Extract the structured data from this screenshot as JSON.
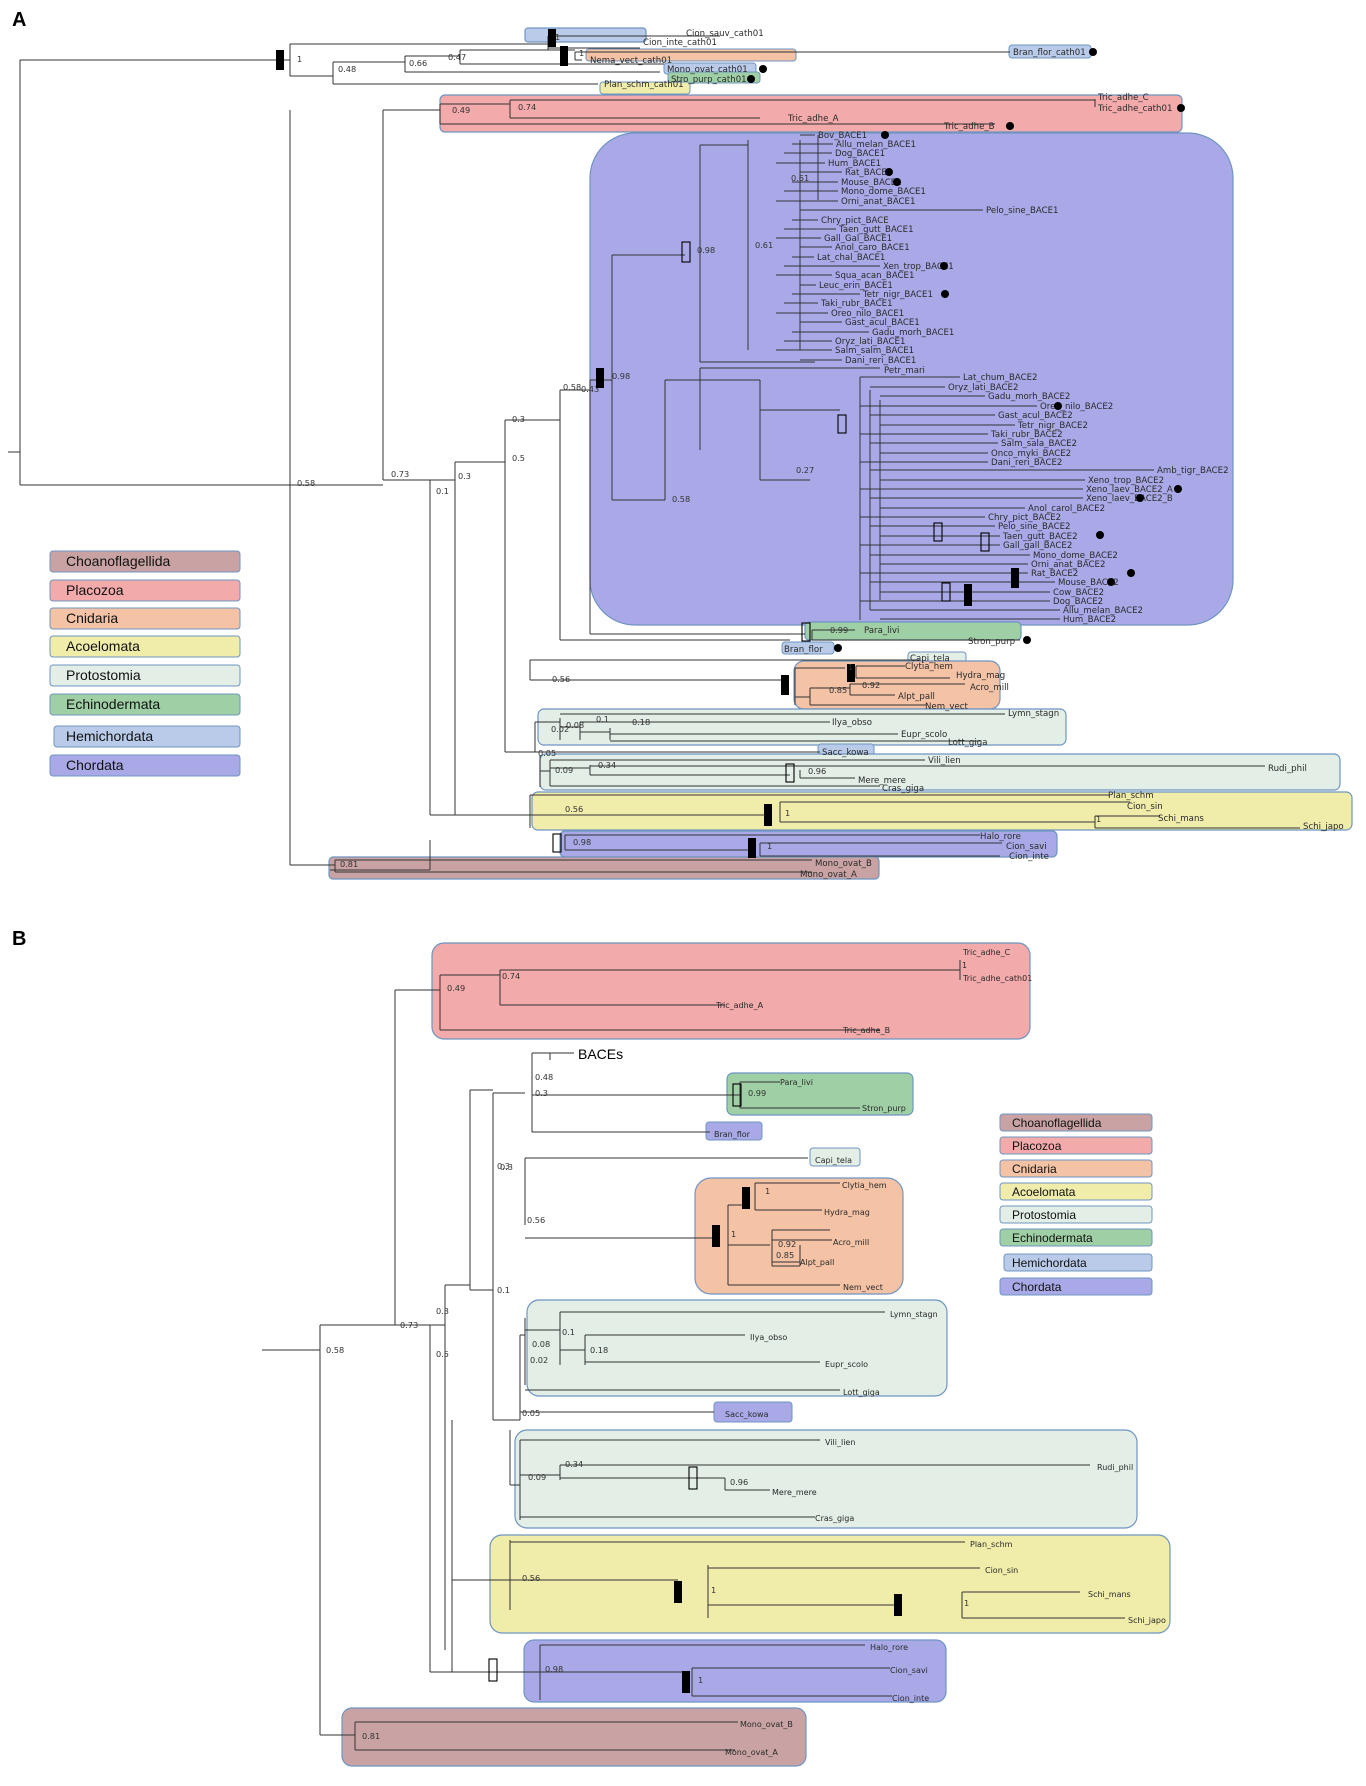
{
  "panels": {
    "a": "A",
    "b": "B"
  },
  "legend": [
    "Choanoflagellida",
    "Placozoa",
    "Cnidaria",
    "Acoelomata",
    "Protostomia",
    "Echinodermata",
    "Hemichordata",
    "Chordata"
  ],
  "colors": {
    "choano": "#c9a3a3",
    "placo": "#f2aaaa",
    "cnid": "#f4c2a5",
    "acoel": "#f0ecaa",
    "proto": "#e2eee6",
    "echino": "#9fcfa4",
    "hemi": "#b9cbe9",
    "chord": "#a9a9e8"
  },
  "a": {
    "cath": [
      "Cion_sauv_cath01",
      "Cion_inte_cath01",
      "Nema_vect_cath01",
      "Bran_flor_cath01",
      "Mono_ovat_cath01",
      "Stro_purp_cath01",
      "Plan_schm_cath01"
    ],
    "tric": [
      "Tric_adhe_C",
      "Tric_adhe_cath01",
      "Tric_adhe_A",
      "Tric_adhe_B"
    ],
    "bace1": [
      "Bov_BACE1",
      "Allu_melan_BACE1",
      "Dog_BACE1",
      "Hum_BACE1",
      "Rat_BACE1",
      "Mouse_BACE1",
      "Mono_dome_BACE1",
      "Orni_anat_BACE1",
      "Pelo_sine_BACE1",
      "Chry_pict_BACE",
      "Taen_gutt_BACE1",
      "Gall_Gal_BACE1",
      "Anol_caro_BACE1",
      "Lat_chal_BACE1",
      "Xen_trop_BACE1",
      "Squa_acan_BACE1",
      "Leuc_erin_BACE1",
      "Tetr_nigr_BACE1",
      "Taki_rubr_BACE1",
      "Oreo_nilo_BACE1",
      "Gast_acul_BACE1",
      "Gadu_morh_BACE1",
      "Oryz_lati_BACE1",
      "Salm_salm_BACE1",
      "Dani_reri_BACE1",
      "Petr_mari"
    ],
    "bace2": [
      "Lat_chum_BACE2",
      "Oryz_lati_BACE2",
      "Gadu_morh_BACE2",
      "Oreo_nilo_BACE2",
      "Gast_acul_BACE2",
      "Tetr_nigr_BACE2",
      "Taki_rubr_BACE2",
      "Salm_sala_BACE2",
      "Onco_myki_BACE2",
      "Dani_reri_BACE2",
      "Amb_tigr_BACE2",
      "Xeno_trop_BACE2",
      "Xeno_laev_BACE2_A",
      "Xeno_laev_BACE2_B",
      "Anol_carol_BACE2",
      "Chry_pict_BACE2",
      "Pelo_sine_BACE2",
      "Taen_gutt_BACE2",
      "Gall_gall_BACE2",
      "Mono_dome_BACE2",
      "Orni_anat_BACE2",
      "Rat_BACE2",
      "Mouse_BACE2",
      "Cow_BACE2",
      "Dog_BACE2",
      "Allu_melan_BACE2",
      "Hum_BACE2"
    ],
    "other": [
      "Para_livi",
      "Stron_purp",
      "Bran_flor",
      "Capi_tela",
      "Clytia_hem",
      "Hydra_mag",
      "Acro_mill",
      "Alpt_pall",
      "Nem_vect",
      "Lymn_stagn",
      "Ilya_obso",
      "Eupr_scolo",
      "Lott_giga",
      "Sacc_kowa",
      "Vili_lien",
      "Rudi_phil",
      "Mere_mere",
      "Cras_giga",
      "Plan_schm",
      "Cion_sin",
      "Schi_mans",
      "Schi_japo",
      "Halo_rore",
      "Cion_savi",
      "Cion_inte",
      "Mono_ovat_B",
      "Mono_ovat_A"
    ],
    "support": [
      "1",
      "0.48",
      "0.66",
      "0.47",
      "1",
      "1",
      "0.49",
      "0.74",
      "0.98",
      "0.61",
      "0.43",
      "0.58",
      "0.27",
      "0.73",
      "0.58",
      "0.3",
      "0.1",
      "0.3",
      "0.5",
      "0.56",
      "0.85",
      "0.92",
      "1",
      "0.99",
      "0.08",
      "0.1",
      "0.18",
      "0.02",
      "0.05",
      "0.09",
      "0.34",
      "0.96",
      "0.56",
      "1",
      "1",
      "0.98",
      "1",
      "0.81"
    ]
  },
  "b": {
    "bace_label": "BACEs",
    "tric": [
      "Tric_adhe_C",
      "Tric_adhe_cath01",
      "Tric_adhe_A",
      "Tric_adhe_B"
    ],
    "leaves": [
      "Para_livi",
      "Stron_purp",
      "Bran_flor",
      "Capi_tela",
      "Clytia_hem",
      "Hydra_mag",
      "Acro_mill",
      "Alpt_pall",
      "Nem_vect",
      "Lymn_stagn",
      "Ilya_obso",
      "Eupr_scolo",
      "Lott_giga",
      "Sacc_kowa",
      "Vili_lien",
      "Rudi_phil",
      "Mere_mere",
      "Cras_giga",
      "Plan_schm",
      "Cion_sin",
      "Schi_mans",
      "Schi_japo",
      "Halo_rore",
      "Cion_savi",
      "Cion_inte",
      "Mono_ovat_B",
      "Mono_ovat_A"
    ],
    "support": [
      "1",
      "0.74",
      "0.49",
      "0.48",
      "0.3",
      "0.99",
      "0.3",
      "0.56",
      "1",
      "1",
      "0.92",
      "0.85",
      "0.1",
      "0.73",
      "0.58",
      "0.3",
      "0.5",
      "0.1",
      "0.08",
      "0.18",
      "0.02",
      "0.05",
      "0.34",
      "0.96",
      "0.09",
      "0.56",
      "1",
      "1",
      "0.98",
      "1",
      "0.81"
    ]
  }
}
